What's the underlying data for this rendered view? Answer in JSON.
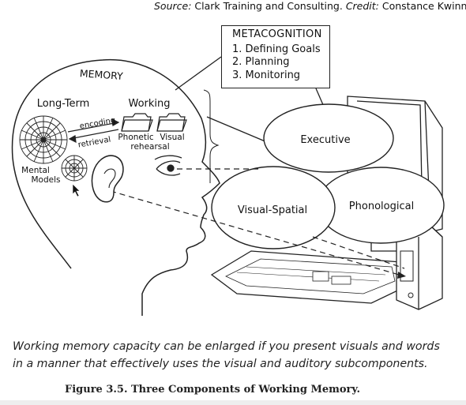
{
  "source_line": {
    "prefix": "Source:",
    "org": "Clark Training and Consulting.",
    "credit_prefix": "Credit:",
    "credit_name": "Constance Kwinn."
  },
  "metacognition": {
    "title": "METACOGNITION",
    "items": [
      "1. Defining Goals",
      "2. Planning",
      "3. Monitoring"
    ]
  },
  "memory": {
    "title": "MEMORY",
    "long_term": "Long-Term",
    "working": "Working",
    "encoding": "encoding",
    "retrieval": "retrieval",
    "phonetic": "Phonetic",
    "rehearsal": "rehearsal",
    "visual": "Visual",
    "mental": "Mental",
    "models": "Models"
  },
  "components": {
    "executive": "Executive",
    "visual_spatial": "Visual-Spatial",
    "phonological": "Phonological"
  },
  "caption": {
    "line1": "Working memory capacity can be enlarged if you present visuals and words",
    "line2": "in a manner that effectively uses the visual and auditory subcomponents."
  },
  "figure_title": "Figure 3.5. Three Components of Working Memory.",
  "icons": [
    "brain-web-icon",
    "folder-icon",
    "eye-icon",
    "ear-icon",
    "mouse-cursor-icon",
    "computer-icon"
  ]
}
